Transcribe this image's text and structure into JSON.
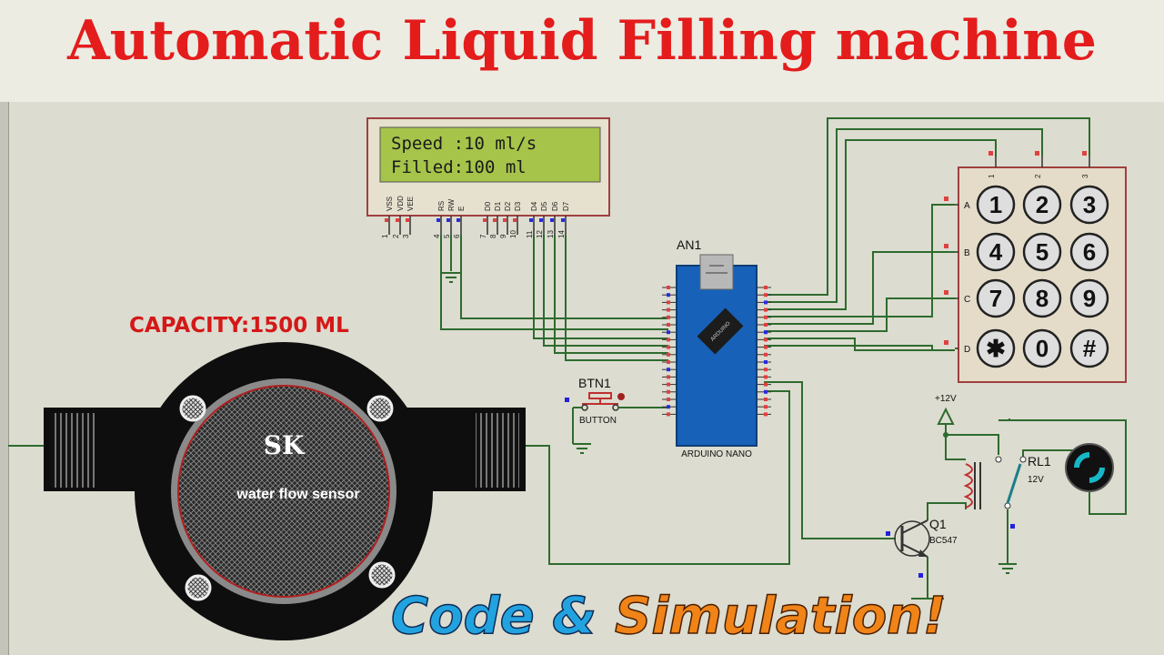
{
  "title": "Automatic Liquid Filling machine",
  "lcd": {
    "line1": "Speed :10 ml/s",
    "line2": "Filled:100 ml",
    "pin_names": [
      "VSS",
      "VDD",
      "VEE",
      "RS",
      "RW",
      "E",
      "D0",
      "D1",
      "D2",
      "D3",
      "D4",
      "D5",
      "D6",
      "D7"
    ],
    "pin_numbers": [
      "1",
      "2",
      "3",
      "4",
      "5",
      "6",
      "7",
      "8",
      "9",
      "10",
      "11",
      "12",
      "13",
      "14"
    ]
  },
  "arduino": {
    "ref": "AN1",
    "name": "ARDUINO NANO",
    "logo": "ARDUINO"
  },
  "keypad": {
    "keys": [
      "1",
      "2",
      "3",
      "4",
      "5",
      "6",
      "7",
      "8",
      "9",
      "✱",
      "0",
      "#"
    ],
    "rows": [
      "A",
      "B",
      "C",
      "D"
    ],
    "cols": [
      "1",
      "2",
      "3"
    ]
  },
  "button": {
    "ref": "BTN1",
    "name": "BUTTON"
  },
  "capacity": "CAPACITY:1500 ML",
  "sensor": {
    "brand": "SK",
    "label": "water flow sensor"
  },
  "power": "+12V",
  "relay": {
    "ref": "RL1",
    "rating": "12V"
  },
  "transistor": {
    "ref": "Q1",
    "model": "BC547"
  },
  "banner": {
    "part1": "Code &",
    "part2": "Simulation!"
  },
  "colors": {
    "title": "#e41c1c",
    "wire": "#2e6b2e",
    "banner_blue": "#22a3e0",
    "banner_orange": "#f08418"
  }
}
